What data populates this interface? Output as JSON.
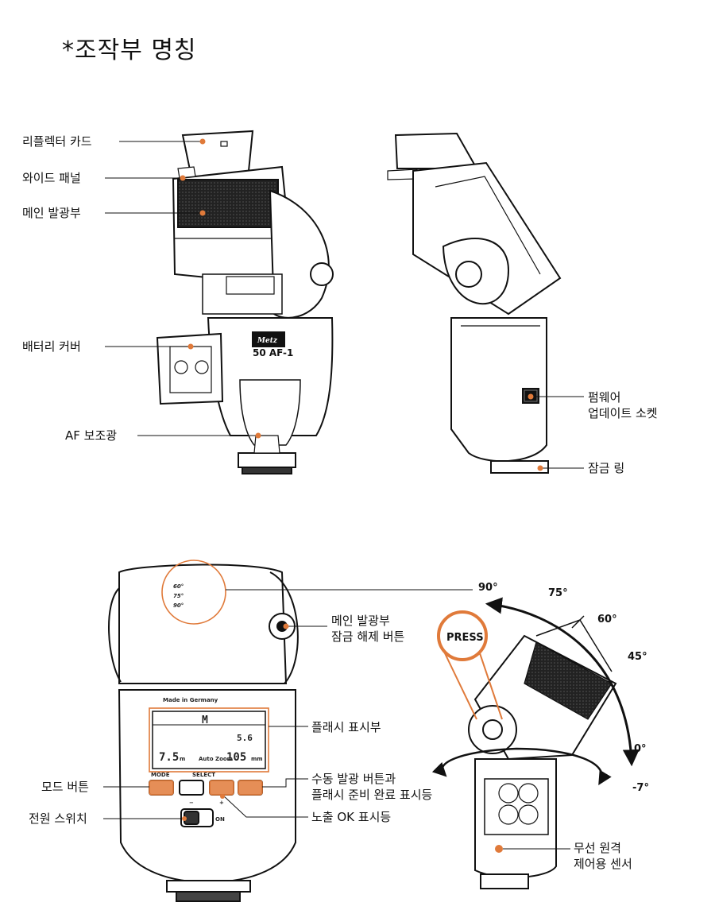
{
  "title": "*조작부 명칭",
  "labels": {
    "reflector_card": "리플렉터 카드",
    "wide_panel": "와이드 패널",
    "main_reflector": "메인 발광부",
    "battery_cover": "배터리 커버",
    "af_assist": "AF 보조광",
    "firmware_1": "펌웨어",
    "firmware_2": "업데이트 소켓",
    "lock_ring": "잠금 링",
    "release_1": "메인 발광부",
    "release_2": "잠금 해제 버튼",
    "flash_display": "플래시 표시부",
    "mode_button": "모드 버튼",
    "manual_1": "수동 발광 버튼과",
    "manual_2": "플래시 준비 완료 표시등",
    "power_switch": "전원 스위치",
    "exposure_ok": "노출 OK 표시등",
    "wireless_1": "무선 원격",
    "wireless_2": "제어용 센서"
  },
  "device": {
    "brand": "Metz",
    "model": "50 AF-1",
    "made_in": "Made in Germany",
    "press": "PRESS",
    "mode": "MODE",
    "select": "SELECT",
    "minus": "−",
    "plus": "+",
    "on": "ON",
    "lcd_mode": "M",
    "lcd_aperture": "5.6",
    "lcd_distance": "7.5",
    "lcd_distance_unit": "m",
    "lcd_zoom_label": "Auto Zoom",
    "lcd_zoom": "105",
    "lcd_zoom_unit": "mm",
    "tilt_scale": [
      "60°",
      "75°",
      "90°"
    ]
  },
  "angles": {
    "a90": "90°",
    "a75": "75°",
    "a60": "60°",
    "a45": "45°",
    "a0": "0°",
    "am7": "-7°"
  },
  "colors": {
    "accent": "#e07a3a",
    "line": "#111111"
  }
}
